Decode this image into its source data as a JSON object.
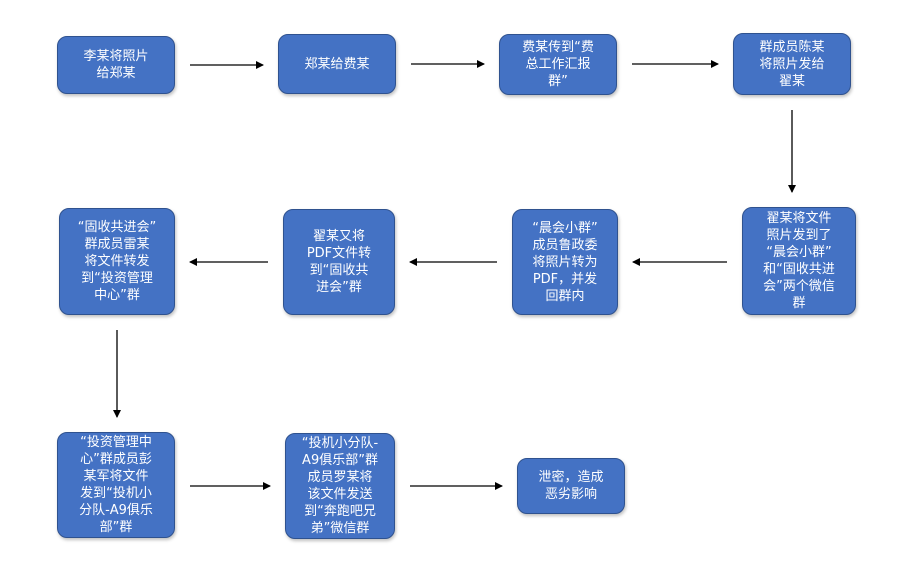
{
  "colors": {
    "node_fill": "#4472c4",
    "node_border": "#2f528f",
    "node_text": "#ffffff",
    "arrow": "#000000",
    "background": "#ffffff"
  },
  "nodes": [
    {
      "id": "n1",
      "text": "李某将照片\n给郑某"
    },
    {
      "id": "n2",
      "text": "郑某给费某"
    },
    {
      "id": "n3",
      "text": "费某传到“费\n总工作汇报\n群”"
    },
    {
      "id": "n4",
      "text": "群成员陈某\n将照片发给\n翟某"
    },
    {
      "id": "n5",
      "text": "翟某将文件\n照片发到了\n“晨会小群”\n和“固收共进\n会”两个微信\n群"
    },
    {
      "id": "n6",
      "text": "“晨会小群”\n成员鲁政委\n将照片转为\nPDF，并发\n回群内"
    },
    {
      "id": "n7",
      "text": "翟某又将\nPDF文件转\n到“固收共\n进会”群"
    },
    {
      "id": "n8",
      "text": "“固收共进会”\n群成员雷某\n将文件转发\n到“投资管理\n中心”群"
    },
    {
      "id": "n9",
      "text": "“投资管理中\n心”群成员彭\n某军将文件\n发到“投机小\n分队-A9俱乐\n部”群"
    },
    {
      "id": "n10",
      "text": "“投机小分队-\nA9俱乐部”群\n成员罗某将\n该文件发送\n到“奔跑吧兄\n弟”微信群"
    },
    {
      "id": "n11",
      "text": "泄密，造成\n恶劣影响"
    }
  ],
  "edges": [
    {
      "from": "n1",
      "to": "n2"
    },
    {
      "from": "n2",
      "to": "n3"
    },
    {
      "from": "n3",
      "to": "n4"
    },
    {
      "from": "n4",
      "to": "n5"
    },
    {
      "from": "n5",
      "to": "n6"
    },
    {
      "from": "n6",
      "to": "n7"
    },
    {
      "from": "n7",
      "to": "n8"
    },
    {
      "from": "n8",
      "to": "n9"
    },
    {
      "from": "n9",
      "to": "n10"
    },
    {
      "from": "n10",
      "to": "n11"
    }
  ]
}
